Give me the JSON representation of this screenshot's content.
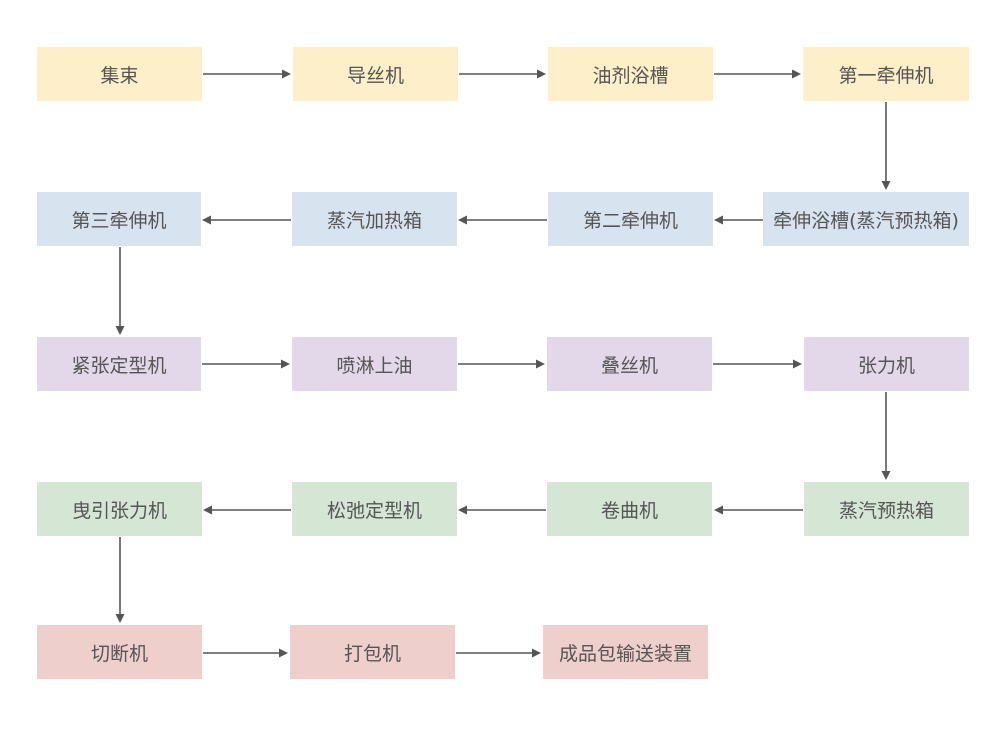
{
  "steps": {
    "s1": "集束",
    "s2": "导丝机",
    "s3": "油剂浴槽",
    "s4": "第一牵伸机",
    "s5": "牵伸浴槽(蒸汽预热箱)",
    "s6": "第二牵伸机",
    "s7": "蒸汽加热箱",
    "s8": "第三牵伸机",
    "s9": "紧张定型机",
    "s10": "喷淋上油",
    "s11": "叠丝机",
    "s12": "张力机",
    "s13": "蒸汽预热箱",
    "s14": "卷曲机",
    "s15": "松弛定型机",
    "s16": "曳引张力机",
    "s17": "切断机",
    "s18": "打包机",
    "s19": "成品包输送装置"
  },
  "colors": {
    "row1": "#fdefc9",
    "row2": "#d7e3ef",
    "row3": "#e3d8ea",
    "row4": "#d5e6d4",
    "row5": "#efcfcc",
    "arrow": "#555555",
    "text": "#555555"
  }
}
